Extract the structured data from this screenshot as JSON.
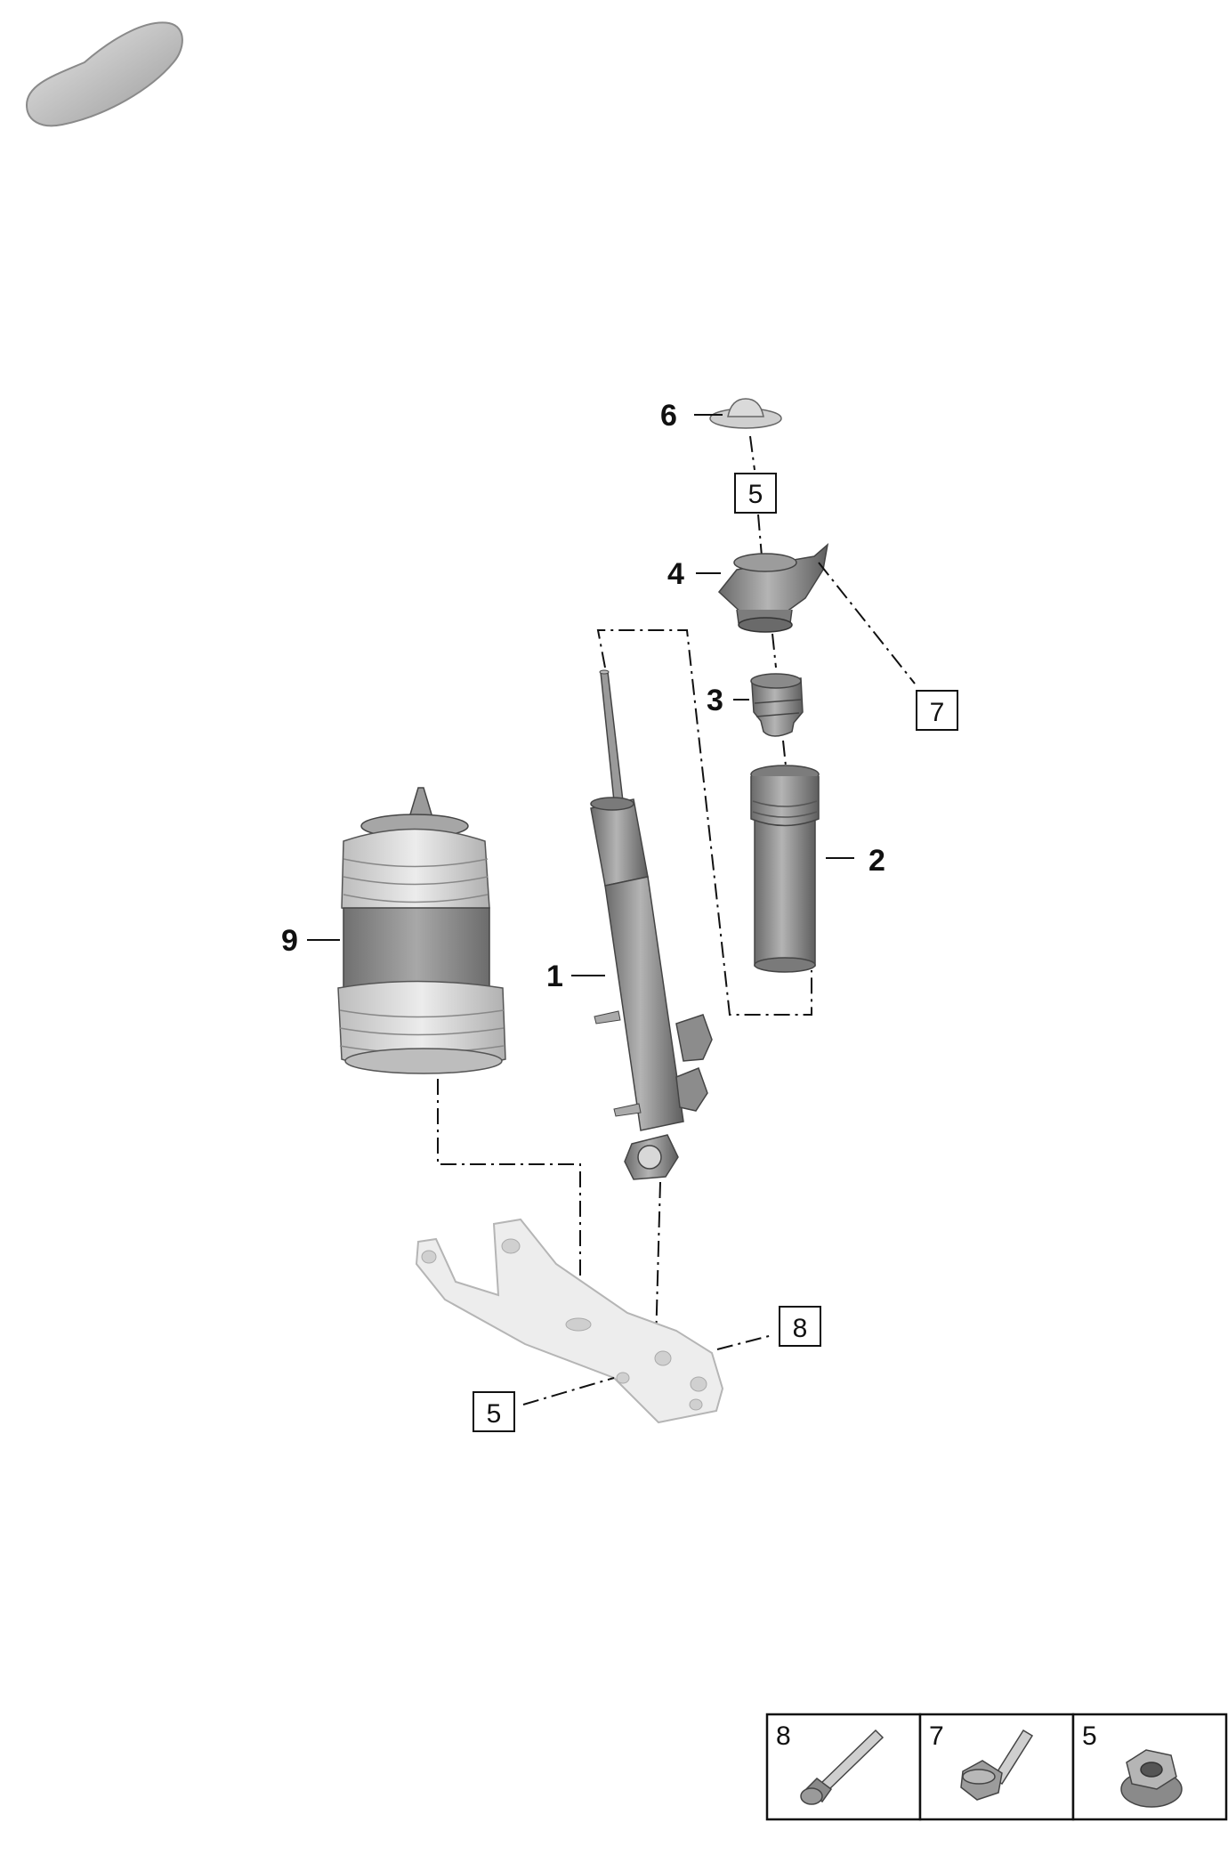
{
  "callouts": {
    "p1": "1",
    "p2": "2",
    "p3": "3",
    "p4": "4",
    "p6": "6",
    "p9": "9"
  },
  "refs": {
    "top5": "5",
    "r7": "7",
    "r8": "8",
    "bottom5": "5"
  },
  "legend": [
    {
      "num": "8",
      "icon": "long-bolt-icon"
    },
    {
      "num": "7",
      "icon": "flange-bolt-icon"
    },
    {
      "num": "5",
      "icon": "flange-nut-icon"
    }
  ],
  "colors": {
    "part_grey": "#8e8e8e",
    "part_light": "#d6d6d6",
    "line": "#111111"
  }
}
